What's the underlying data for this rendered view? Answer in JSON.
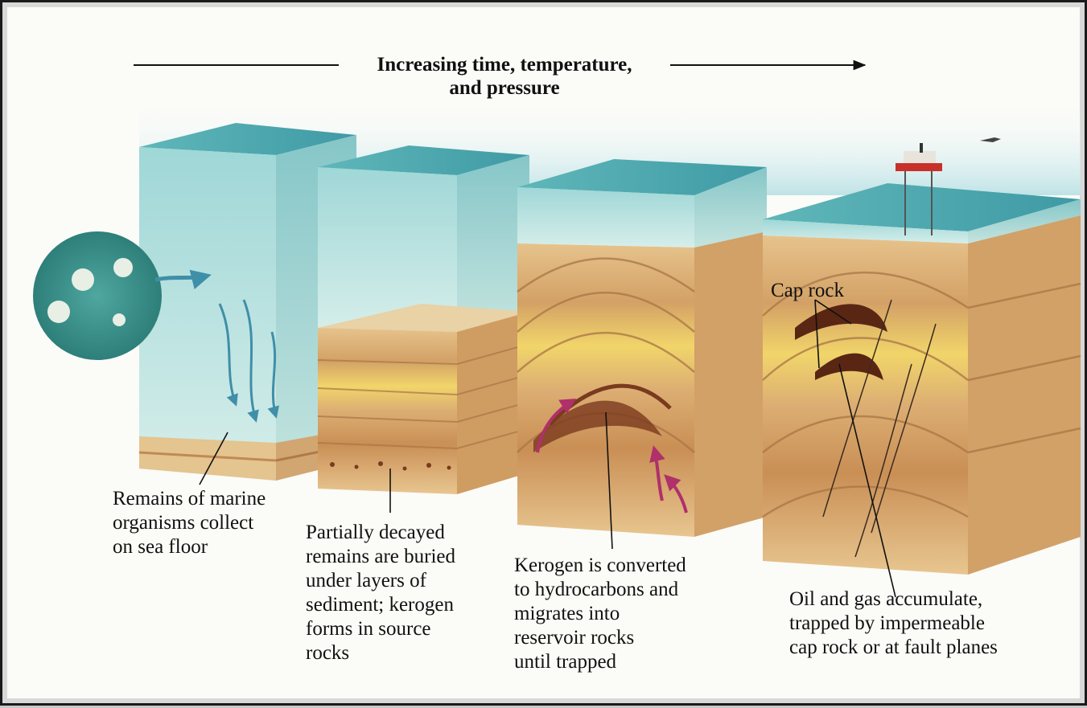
{
  "title": {
    "line1": "Increasing time, temperature,",
    "line2": "and pressure"
  },
  "stages": [
    {
      "caption": "Remains of marine\norganisms collect\non sea floor"
    },
    {
      "caption": "Partially decayed\nremains are buried\nunder layers of\nsediment; kerogen\nforms in source\nrocks"
    },
    {
      "caption": "Kerogen is converted\nto hydrocarbons and\nmigrates into\nreservoir rocks\nuntil trapped"
    },
    {
      "caption": "Oil and gas accumulate,\ntrapped by impermeable\ncap rock or at fault planes"
    }
  ],
  "cap_rock_label": "Cap rock",
  "colors": {
    "sea": "#7fc8cc",
    "sea_dark": "#3f9aa5",
    "sediment": "#d9a96a",
    "sediment_light": "#efd3a0",
    "yellow_band": "#f2d44a",
    "organic": "#7a3a1e",
    "migration_arrow": "#b0306a"
  }
}
